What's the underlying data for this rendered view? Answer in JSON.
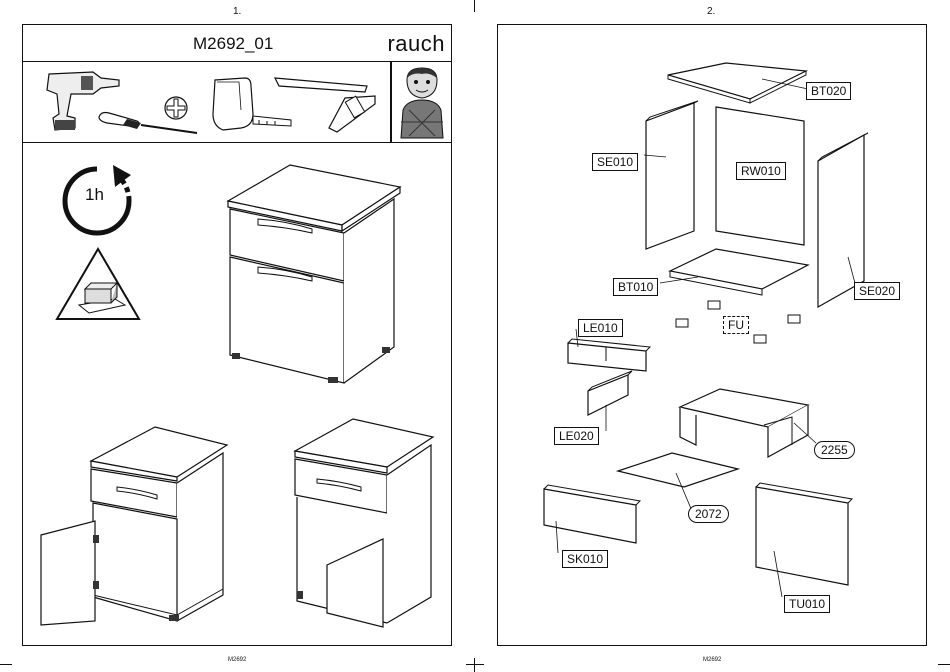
{
  "page_numbers": [
    "1.",
    "2."
  ],
  "header": {
    "model": "M2692_01",
    "brand": "rauch"
  },
  "assembly_time": "1h",
  "footer": {
    "left": "M2692",
    "right": "M2692"
  },
  "parts": {
    "bt020": "BT020",
    "se010": "SE010",
    "rw010": "RW010",
    "se020": "SE020",
    "bt010": "BT010",
    "fu": "FU",
    "le010": "LE010",
    "le020": "LE020",
    "d2255": "2255",
    "d2072": "2072",
    "sk010": "SK010",
    "tu010": "TU010"
  }
}
